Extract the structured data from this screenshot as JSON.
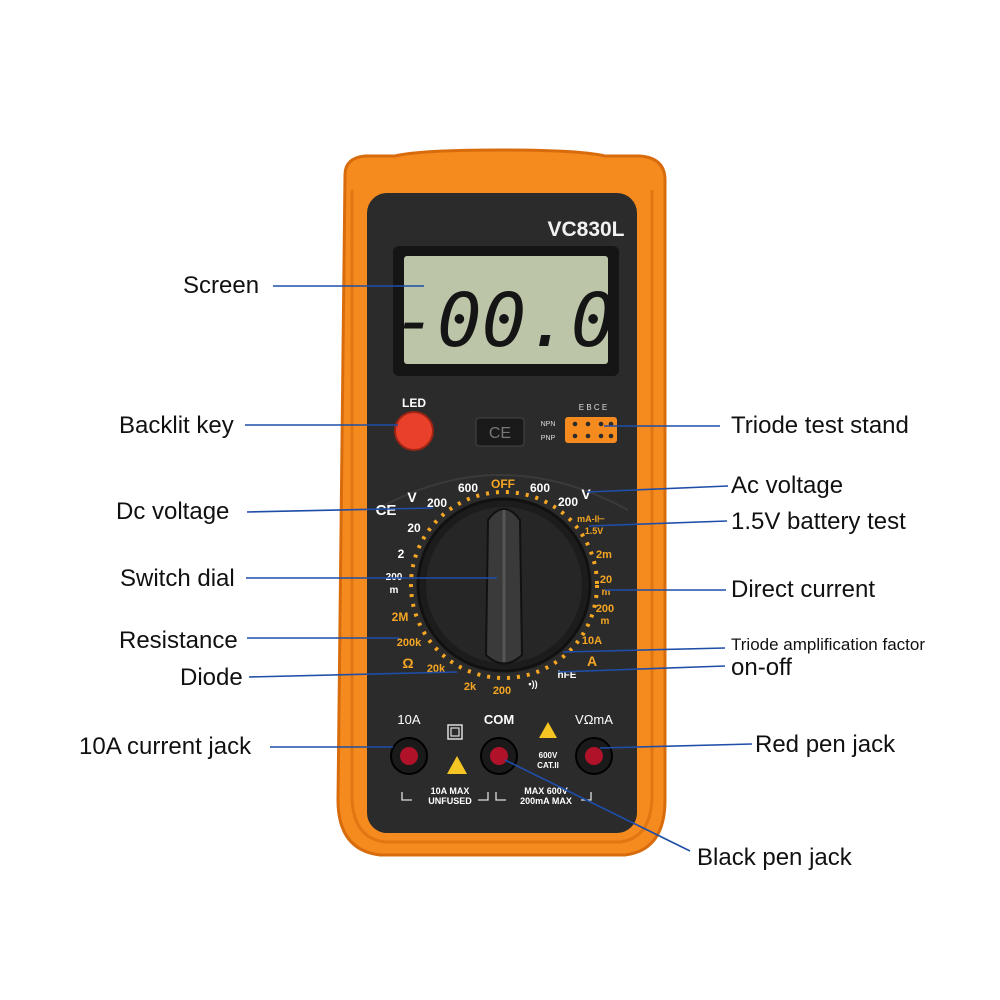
{
  "device": {
    "model": "VC830L",
    "lcd_reading": "-00.0",
    "led_label": "LED",
    "ce_mark": "CE",
    "transistor_pins": "E B C E",
    "npn": "NPN",
    "pnp": "PNP",
    "colors": {
      "body": "#f58a1f",
      "face": "#2b2b2b",
      "lcd": "#bcc5a8",
      "dial_ring": "#f5a623",
      "led_button": "#e8402a"
    }
  },
  "dial": {
    "off": "OFF",
    "labels": {
      "dcv_600": "600",
      "dcv_200": "200",
      "dcv_20": "20",
      "dcv_2": "2",
      "dcv_200m": "200",
      "dcv_m": "m",
      "ohm_2m": "2M",
      "ohm_200k": "200k",
      "ohm_20k": "20k",
      "ohm_sym": "Ω",
      "diode_2k": "2k",
      "bottom_200": "200",
      "buzzer": "•))",
      "acv_600": "600",
      "acv_200": "200",
      "battery_ma": "mA-I⊢",
      "battery_15": "1.5V",
      "dca_2m": "2m",
      "dca_20": "20",
      "dca_m": "m",
      "dca_200": "200",
      "dca_200m": "m",
      "dca_10a": "10A",
      "hfe": "hFE",
      "amp_sym": "A",
      "dcv_sym": "V",
      "acv_sym": "V"
    }
  },
  "jacks": {
    "left_label": "10A",
    "com_label": "COM",
    "right_label": "VΩmA",
    "left_warning_1": "10A MAX",
    "left_warning_2": "UNFUSED",
    "right_warning_1": "MAX 600V",
    "right_warning_2": "200mA MAX",
    "cat_1": "600V",
    "cat_2": "CAT.II"
  },
  "callouts": {
    "screen": "Screen",
    "backlit_key": "Backlit key",
    "dc_voltage": "Dc voltage",
    "switch_dial": "Switch dial",
    "resistance": "Resistance",
    "diode": "Diode",
    "current_jack_10a": "10A current jack",
    "triode_test_stand": "Triode test stand",
    "ac_voltage": "Ac voltage",
    "battery_test": "1.5V battery test",
    "direct_current": "Direct current",
    "triode_amp": "Triode amplification factor",
    "on_off": "on-off",
    "red_pen_jack": "Red pen jack",
    "black_pen_jack": "Black pen jack"
  }
}
